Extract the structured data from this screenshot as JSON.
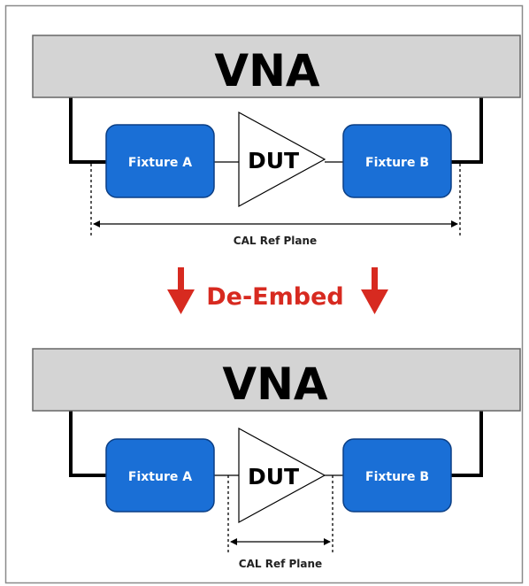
{
  "colors": {
    "vna_fill": "#d4d4d4",
    "fixture_fill": "#1a6fd6",
    "arrow_red": "#d72a20",
    "line_black": "#000000"
  },
  "top": {
    "vna_label": "VNA",
    "fixture_a_label": "Fixture A",
    "fixture_b_label": "Fixture B",
    "dut_label": "DUT",
    "ref_plane_label": "CAL Ref Plane"
  },
  "transition": {
    "label": "De-Embed",
    "left_icon": "arrow-down-icon",
    "right_icon": "arrow-down-icon"
  },
  "bottom": {
    "vna_label": "VNA",
    "fixture_a_label": "Fixture A",
    "fixture_b_label": "Fixture B",
    "dut_label": "DUT",
    "ref_plane_label": "CAL Ref Plane"
  }
}
